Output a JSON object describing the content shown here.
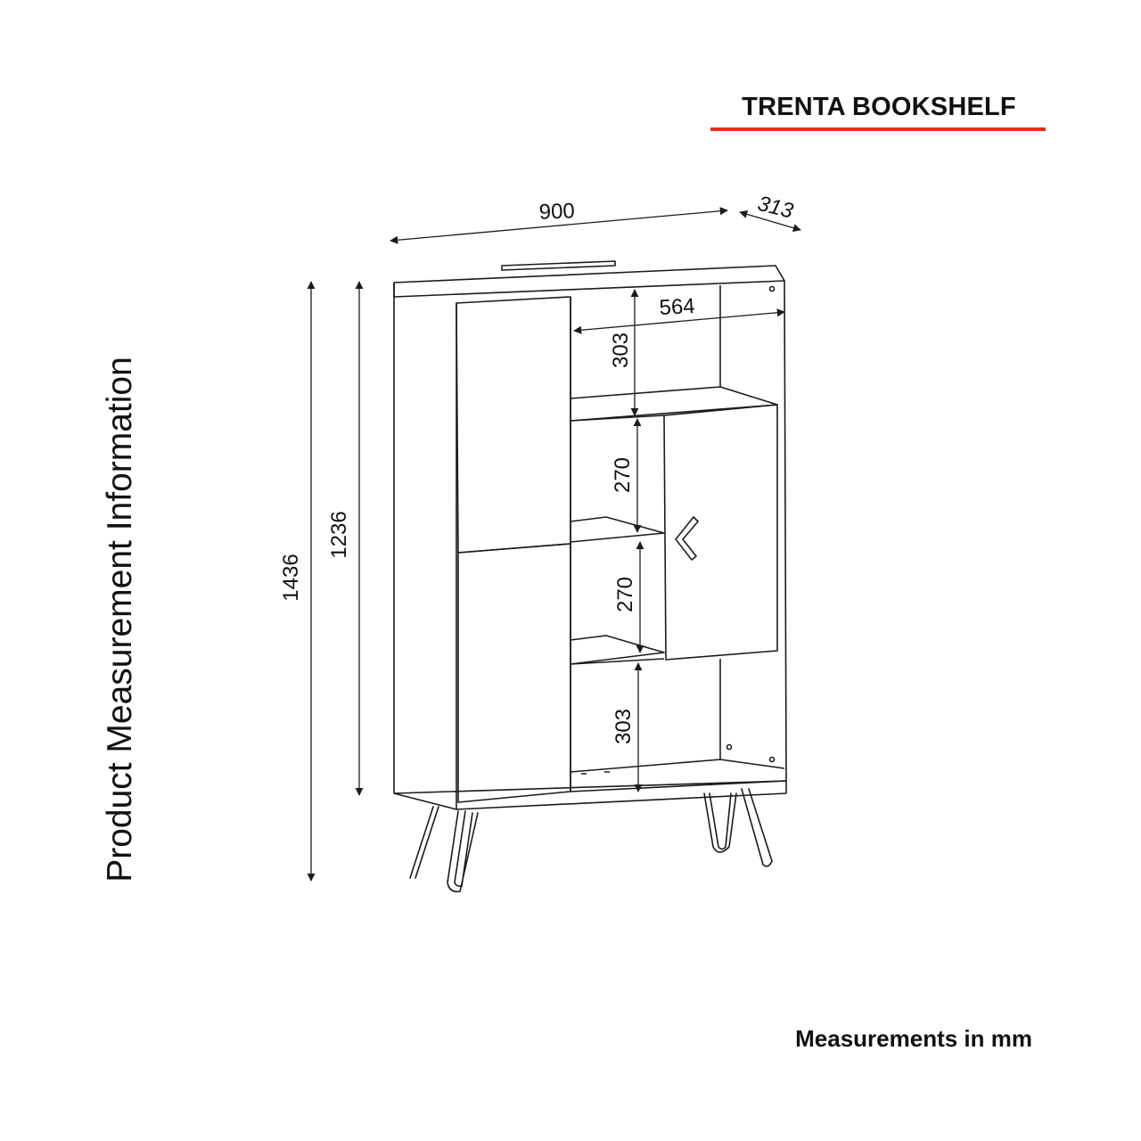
{
  "header": {
    "title": "TRENTA BOOKSHELF",
    "underline_color": "#ee2a1b"
  },
  "side_label": "Product Measurement Information",
  "footer": {
    "units_note": "Measurements in mm"
  },
  "dimensions": {
    "width": "900",
    "depth": "313",
    "inner_width": "564",
    "total_height": "1436",
    "body_height": "1236",
    "top_compartment": "303",
    "middle_compartment_1": "270",
    "middle_compartment_2": "270",
    "bottom_compartment": "303"
  },
  "colors": {
    "line": "#1b1b1b",
    "accent": "#ee2a1b"
  }
}
